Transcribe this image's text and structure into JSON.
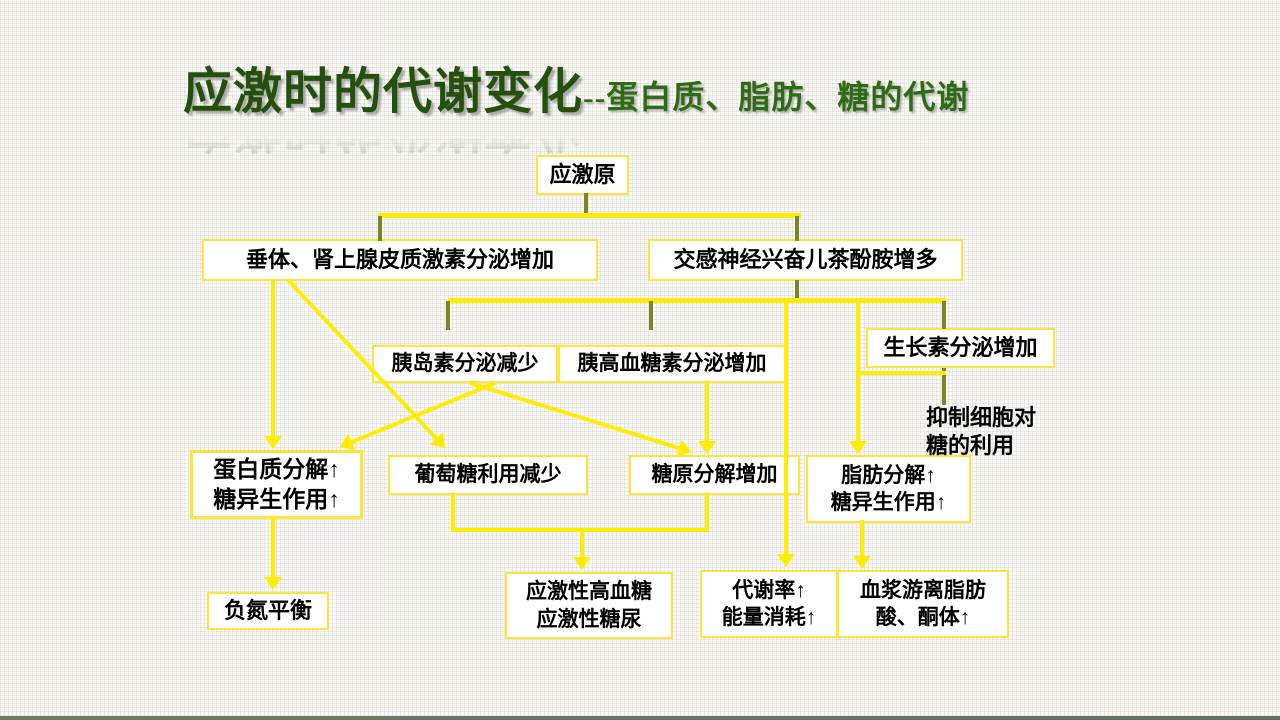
{
  "title": {
    "main": "应激时的代谢变化",
    "suffix": "--蛋白质、脂肪、糖的代谢"
  },
  "nodes": {
    "stressor": "应激原",
    "pituitary": "垂体、肾上腺皮质激素分泌增加",
    "sympathetic": "交感神经兴奋儿茶酚胺增多",
    "insulin": "胰岛素分泌减少",
    "glucagon": "胰高血糖素分泌增加",
    "growth_hormone": "生长素分泌增加",
    "inhibit_glucose": "抑制细胞对\n糖的利用",
    "protein": "蛋白质分解↑\n糖异生作用↑",
    "glucose_util": "葡萄糖利用减少",
    "glycogen": "糖原分解增加",
    "fat": "脂肪分解↑\n糖异生作用↑",
    "nitrogen": "负氮平衡",
    "hyperglycemia": "应激性高血糖\n应激性糖尿",
    "metabolic_rate": "代谢率↑\n能量消耗↑",
    "plasma_lipids": "血浆游离脂肪\n酸、酮体↑"
  },
  "colors": {
    "line": "#ffec00",
    "stub": "#7a8526",
    "box_border": "#ffe43c",
    "title_main": "#24500e",
    "title_suffix": "#2f6b15",
    "text": "#000000"
  }
}
